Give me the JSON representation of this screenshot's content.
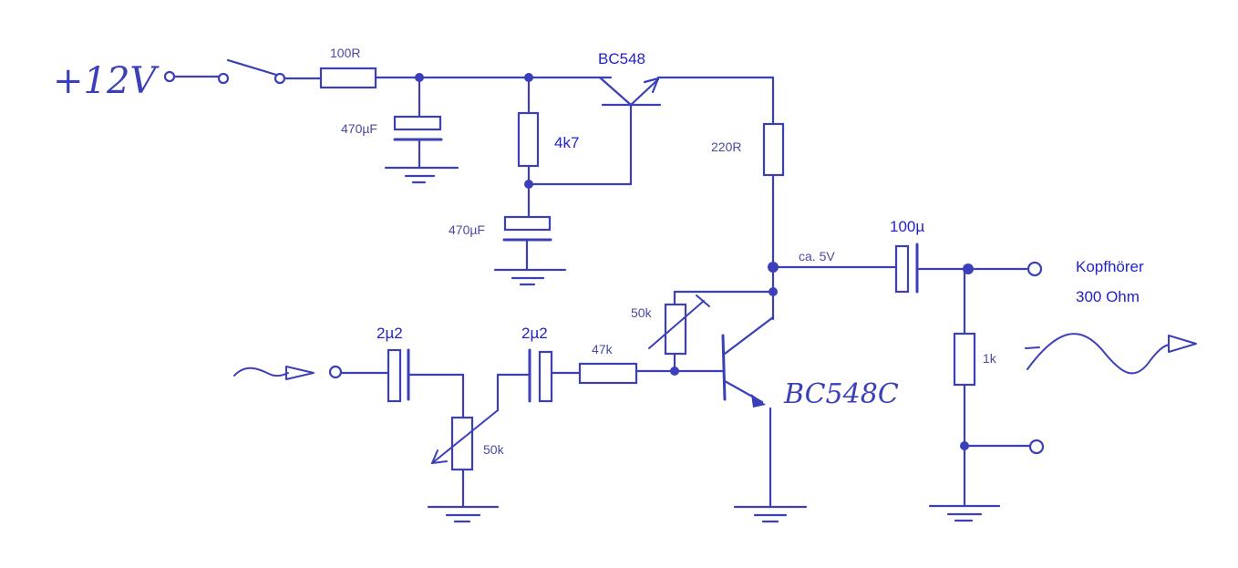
{
  "labels": {
    "supply": "+12V",
    "r_series": "100R",
    "c_filter1": "470µF",
    "reg_transistor": "BC548",
    "r_bias": "4k7",
    "c_filter2": "470µF",
    "r_collector": "220R",
    "node_voltage": "ca. 5V",
    "c_output": "100µ",
    "headphone_line1": "Kopfhörer",
    "headphone_line2": "300 Ohm",
    "c_input1": "2µ2",
    "c_input2": "2µ2",
    "pot_volume": "50k",
    "r_base": "47k",
    "pot_bias": "50k",
    "amp_transistor": "BC548C",
    "r_load": "1k"
  },
  "colors": {
    "wire": "#3b3fb8",
    "label_small": "#4a4aa0",
    "label_bold": "#2222cc"
  }
}
